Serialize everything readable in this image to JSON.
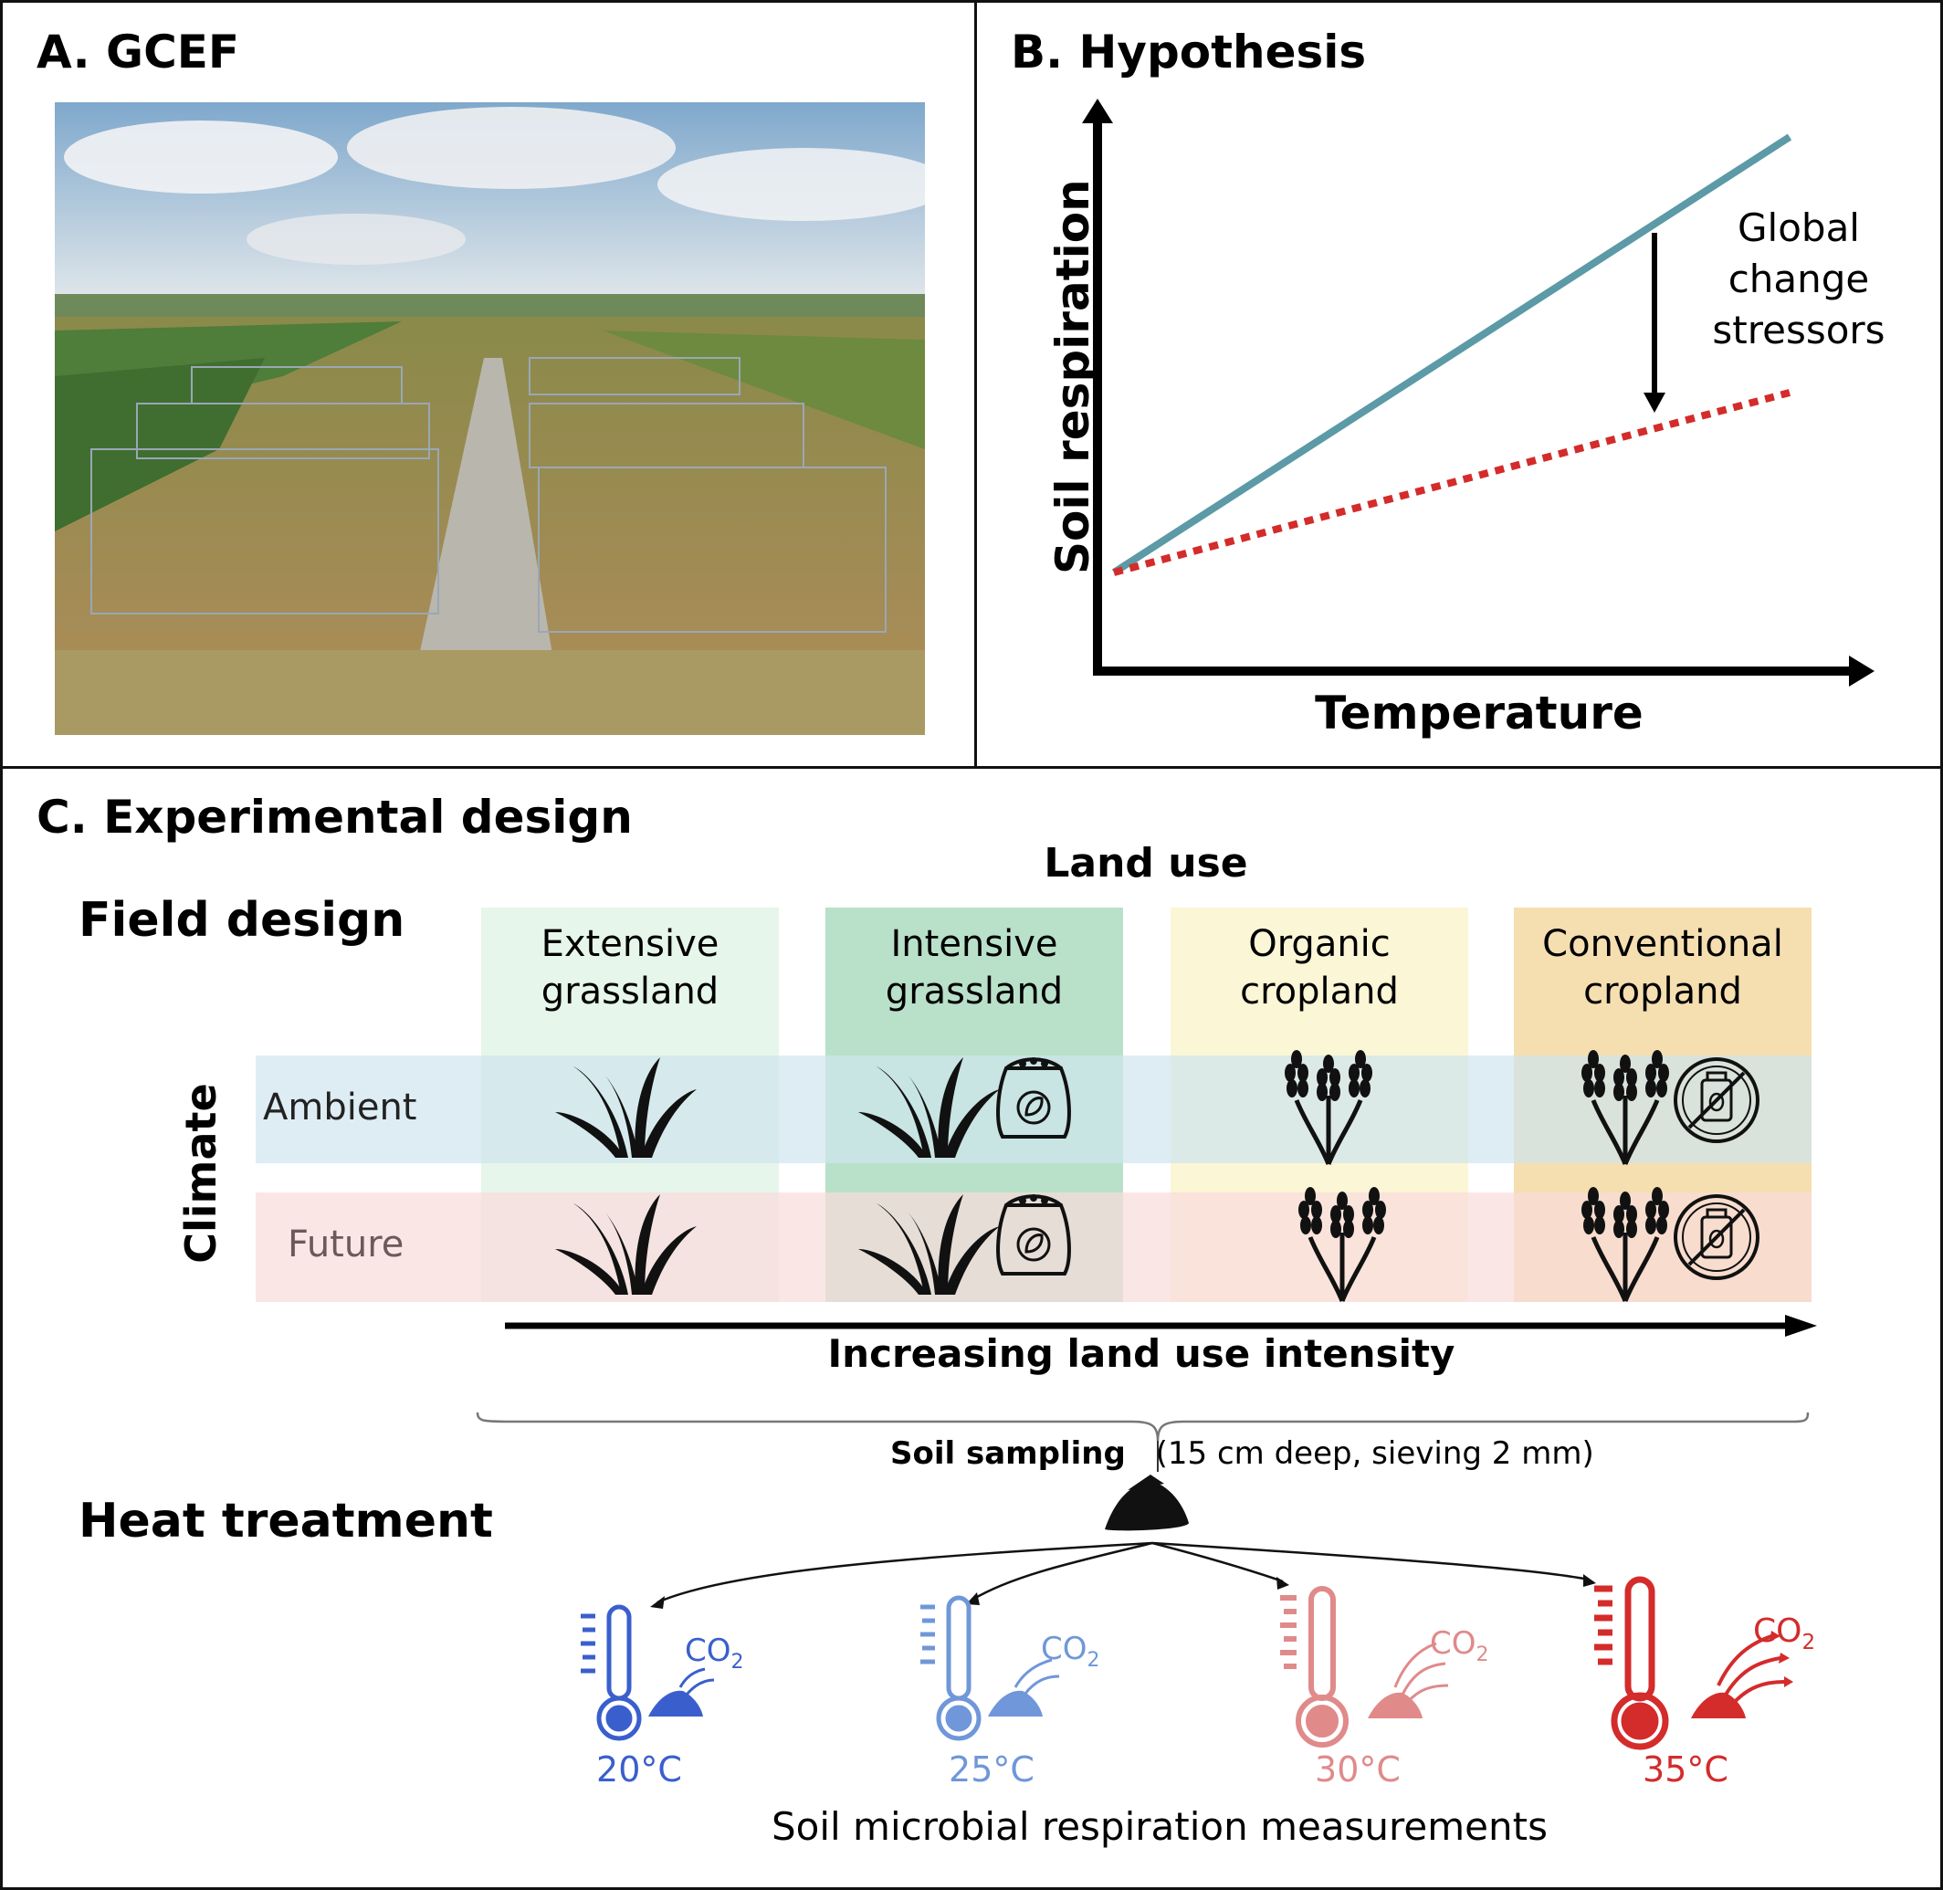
{
  "panel_a": {
    "title": "A. GCEF",
    "photo": "aerial-photo-field-experiment"
  },
  "panel_b": {
    "title": "B. Hypothesis",
    "y_axis_label": "Soil respiration",
    "x_axis_label": "Temperature",
    "annotation_lines": [
      "Global",
      "change",
      "stressors"
    ],
    "colors": {
      "baseline": "#5b9aa6",
      "stressed": "#d42b2b"
    }
  },
  "panel_c": {
    "title": "C. Experimental design",
    "land_use_header": "Land use",
    "field_design_label": "Field design",
    "climate_label": "Climate",
    "columns": [
      {
        "line1": "Extensive",
        "line2": "grassland",
        "color": "#e6f6ea",
        "icons": [
          "grass-icon"
        ]
      },
      {
        "line1": "Intensive",
        "line2": "grassland",
        "color": "#b9e0c9",
        "icons": [
          "grass-icon",
          "fertilizer-bag-icon"
        ]
      },
      {
        "line1": "Organic",
        "line2": "cropland",
        "color": "#fbf6d6",
        "icons": [
          "wheat-icon"
        ]
      },
      {
        "line1": "Conventional",
        "line2": "cropland",
        "color": "#f5deb0",
        "icons": [
          "wheat-icon",
          "no-pesticide-icon"
        ]
      }
    ],
    "rows": [
      {
        "label": "Ambient",
        "color": "#cfe6ee"
      },
      {
        "label": "Future",
        "color": "#f9dcdc"
      }
    ],
    "intensity_label": "Increasing land use intensity",
    "sampling_bold": "Soil sampling",
    "sampling_detail": "(15 cm deep, sieving 2 mm)",
    "heat_treatment_label": "Heat treatment",
    "co2_text": "CO",
    "co2_sub": "2",
    "temperatures": [
      {
        "label": "20°C",
        "color": "#3a5fcd"
      },
      {
        "label": "25°C",
        "color": "#6f97d9"
      },
      {
        "label": "30°C",
        "color": "#e08a8a"
      },
      {
        "label": "35°C",
        "color": "#d42b2b"
      }
    ],
    "measurement_label": "Soil microbial respiration measurements"
  }
}
